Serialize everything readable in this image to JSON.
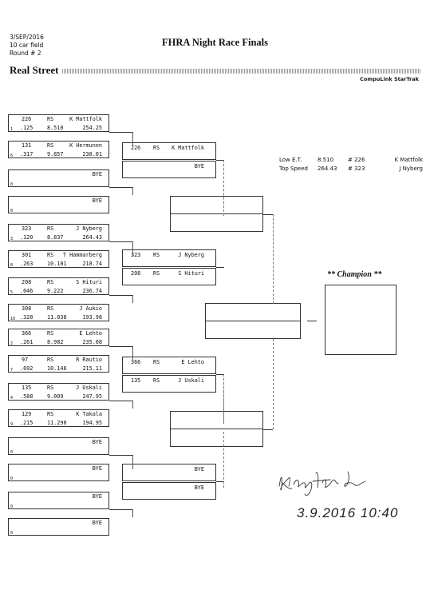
{
  "header": {
    "date": "3/SEP/2016",
    "field": "10 car field",
    "round": "Round # 2",
    "title": "FHRA Night Race Finals",
    "class_name": "Real Street",
    "brand": "CompuLink StarTrak"
  },
  "stats": {
    "low_et": {
      "label": "Low  E.T.",
      "value": "8.510",
      "car": "# 226",
      "driver": "K Mattfolk"
    },
    "top_speed": {
      "label": "Top Speed",
      "value": "264.43",
      "car": "# 323",
      "driver": "J Nyberg"
    }
  },
  "round1": [
    {
      "top": {
        "lane": "1",
        "car": "226",
        "cls": "RS",
        "name": "K Mattfolk",
        "rt": ".125",
        "et": "8.510",
        "mph": "254.25"
      },
      "bot": {
        "lane": "6",
        "car": "131",
        "cls": "RS",
        "name": "K Hermunen",
        "rt": ".317",
        "et": "9.857",
        "mph": "238.01"
      }
    },
    {
      "top": {
        "lane": "0",
        "car": "",
        "cls": "",
        "name": "BYE",
        "rt": "",
        "et": "",
        "mph": ""
      },
      "bot": {
        "lane": "0",
        "car": "",
        "cls": "",
        "name": "BYE",
        "rt": "",
        "et": "",
        "mph": ""
      }
    },
    {
      "top": {
        "lane": "3",
        "car": "323",
        "cls": "RS",
        "name": "J Nyberg",
        "rt": ".120",
        "et": "8.837",
        "mph": "264.43"
      },
      "bot": {
        "lane": "8",
        "car": "301",
        "cls": "RS",
        "name": "T Hammarberg",
        "rt": ".263",
        "et": "10.101",
        "mph": "218.74"
      }
    },
    {
      "top": {
        "lane": "5",
        "car": "208",
        "cls": "RS",
        "name": "S Hituri",
        "rt": ".046",
        "et": "9.222",
        "mph": "236.74"
      },
      "bot": {
        "lane": "10",
        "car": "308",
        "cls": "RS",
        "name": "J Aukio",
        "rt": ".328",
        "et": "11.038",
        "mph": "193.98"
      }
    },
    {
      "top": {
        "lane": "2",
        "car": "366",
        "cls": "RS",
        "name": "E Lehto",
        "rt": ".261",
        "et": "8.982",
        "mph": "235.08"
      },
      "bot": {
        "lane": "7",
        "car": "97",
        "cls": "RS",
        "name": "R Rautio",
        "rt": ".692",
        "et": "10.146",
        "mph": "215.11"
      }
    },
    {
      "top": {
        "lane": "4",
        "car": "135",
        "cls": "RS",
        "name": "J Uskali",
        "rt": ".588",
        "et": "9.009",
        "mph": "247.95"
      },
      "bot": {
        "lane": "9",
        "car": "129",
        "cls": "RS",
        "name": "K Takala",
        "rt": ".215",
        "et": "11.290",
        "mph": "194.95"
      }
    },
    {
      "top": {
        "lane": "0",
        "car": "",
        "cls": "",
        "name": "BYE",
        "rt": "",
        "et": "",
        "mph": ""
      },
      "bot": {
        "lane": "0",
        "car": "",
        "cls": "",
        "name": "BYE",
        "rt": "",
        "et": "",
        "mph": ""
      }
    },
    {
      "top": {
        "lane": "0",
        "car": "",
        "cls": "",
        "name": "BYE",
        "rt": "",
        "et": "",
        "mph": ""
      },
      "bot": {
        "lane": "0",
        "car": "",
        "cls": "",
        "name": "BYE",
        "rt": "",
        "et": "",
        "mph": ""
      }
    }
  ],
  "round2": [
    {
      "top": {
        "car": "226",
        "cls": "RS",
        "name": "K Mattfolk"
      },
      "bot": {
        "car": "",
        "cls": "",
        "name": "BYE"
      }
    },
    {
      "top": {
        "car": "323",
        "cls": "RS",
        "name": "J Nyberg"
      },
      "bot": {
        "car": "208",
        "cls": "RS",
        "name": "S Hituri"
      }
    },
    {
      "top": {
        "car": "366",
        "cls": "RS",
        "name": "E Lehto"
      },
      "bot": {
        "car": "135",
        "cls": "RS",
        "name": "J Uskali"
      }
    },
    {
      "top": {
        "car": "",
        "cls": "",
        "name": "BYE"
      },
      "bot": {
        "car": "",
        "cls": "",
        "name": "BYE"
      }
    }
  ],
  "champion_label": "** Champion **",
  "signature": {
    "name": "Kaj Ruuth",
    "datetime": "3.9.2016 10:40"
  }
}
